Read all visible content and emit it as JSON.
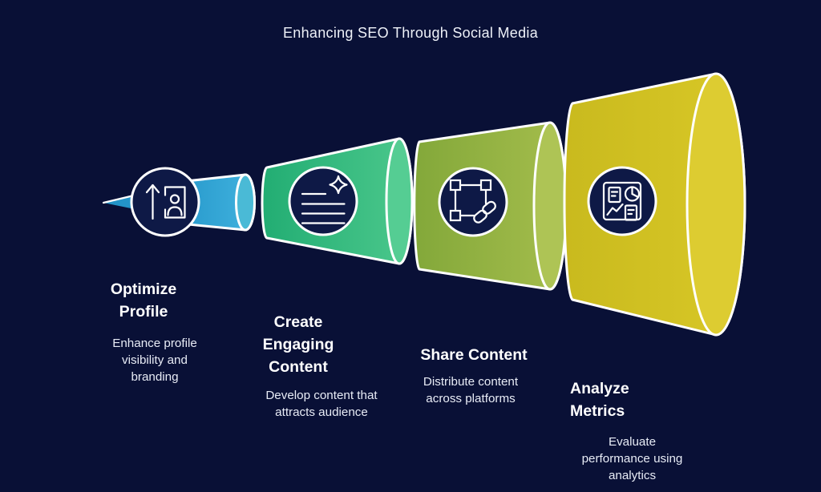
{
  "title": "Enhancing SEO Through Social Media",
  "colors": {
    "background": "#091036",
    "outline": "#ffffff",
    "badge_fill": "#0e1946",
    "heading_text": "#ffffff",
    "description_text": "#e8ecf6"
  },
  "stages": [
    {
      "heading": "Optimize Profile",
      "description": "Enhance profile visibility and branding",
      "icon": "profile-upgrade-icon",
      "color_start": "#2394c8",
      "color_end": "#40b2de",
      "color_cap": "#4abad6"
    },
    {
      "heading": "Create Engaging Content",
      "description": "Develop content that attracts audience",
      "icon": "content-sparkle-icon",
      "color_start": "#22ad73",
      "color_end": "#4cc88c",
      "color_cap": "#55cd93"
    },
    {
      "heading": "Share Content",
      "description": "Distribute content across platforms",
      "icon": "selection-link-icon",
      "color_start": "#83a83a",
      "color_end": "#a5bd4c",
      "color_cap": "#aec455"
    },
    {
      "heading": "Analyze Metrics",
      "description": "Evaluate performance using analytics",
      "icon": "analytics-dashboard-icon",
      "color_start": "#c9ba1e",
      "color_end": "#d9c827",
      "color_cap": "#ddcc31"
    }
  ]
}
